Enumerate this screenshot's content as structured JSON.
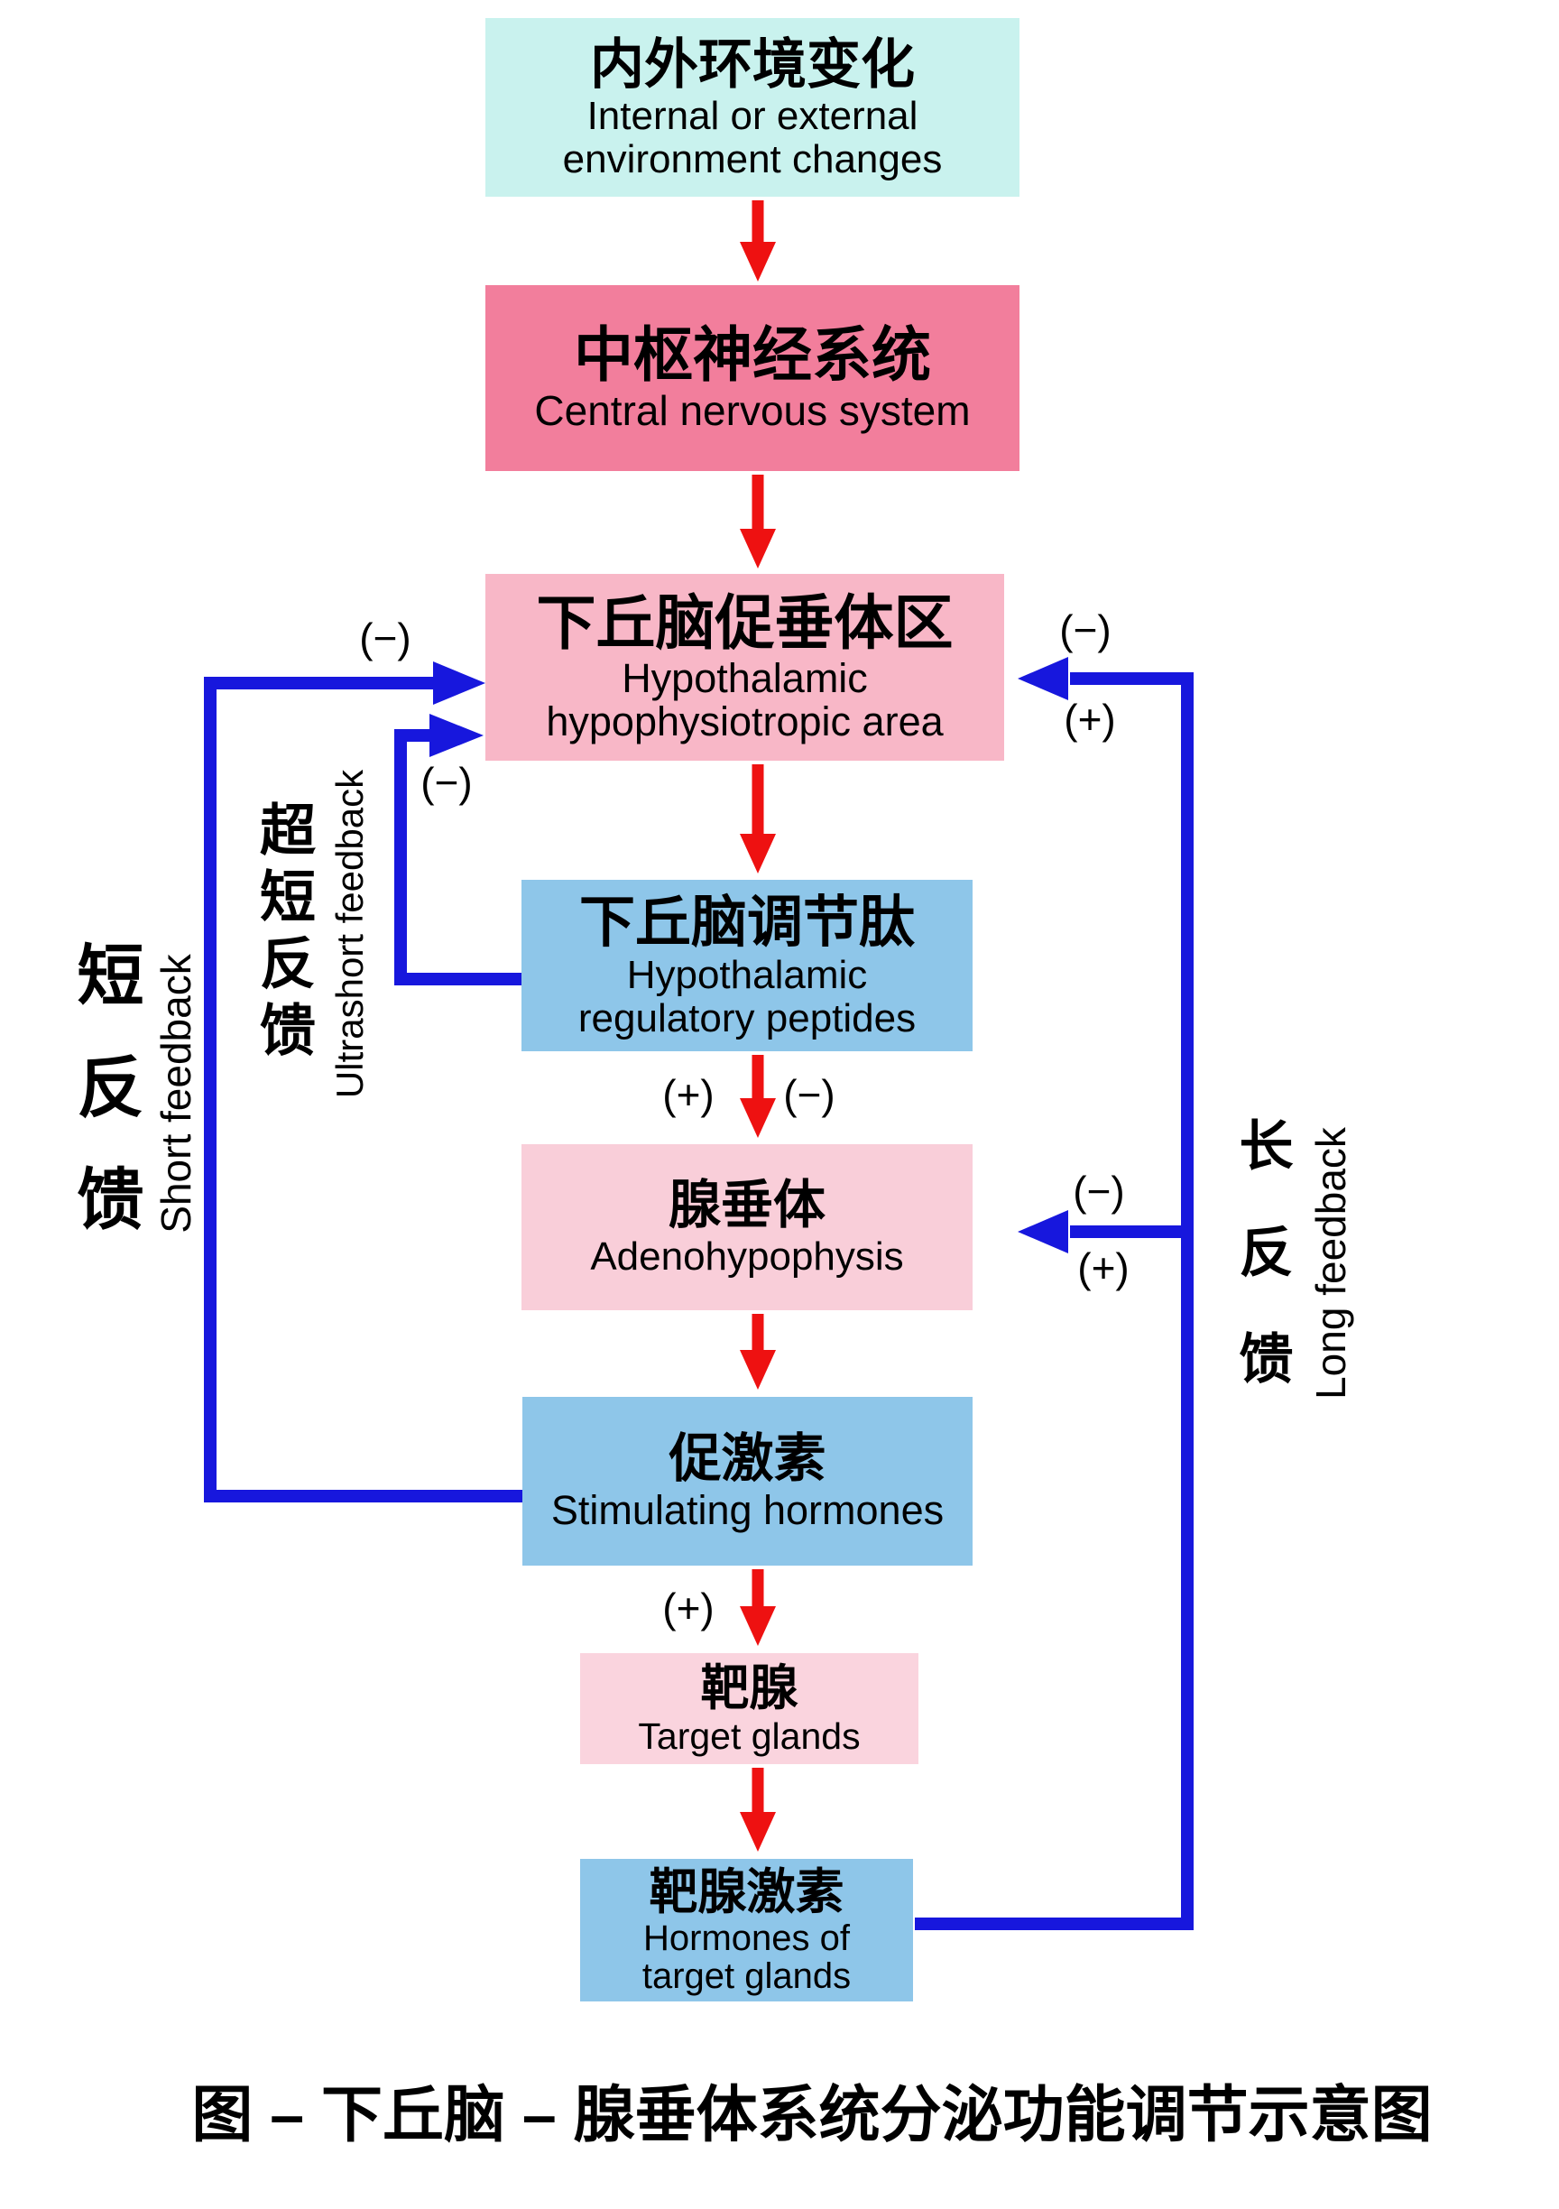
{
  "colors": {
    "environment_box": "#c9f2ee",
    "cns_box": "#f27e9c",
    "hypothalamic_box": "#f8b7c7",
    "blue_box": "#8ec6e9",
    "light_pink_box": "#f9ced9",
    "red_arrow": "#ee1111",
    "blue_feedback_line": "#1717dd"
  },
  "boxes": [
    {
      "zh": "内外环境变化",
      "en1": "Internal or external",
      "en2": "environment changes"
    },
    {
      "zh": "中枢神经系统",
      "en1": "Central nervous system"
    },
    {
      "zh": "下丘脑促垂体区",
      "en1": "Hypothalamic",
      "en2": "hypophysiotropic area"
    },
    {
      "zh": "下丘脑调节肽",
      "en1": "Hypothalamic",
      "en2": "regulatory peptides"
    },
    {
      "zh": "腺垂体",
      "en1": "Adenohypophysis"
    },
    {
      "zh": "促激素",
      "en1": "Stimulating hormones"
    },
    {
      "zh": "靶腺",
      "en1": "Target glands"
    },
    {
      "zh": "靶腺激素",
      "en1": "Hormones of",
      "en2": "target glands"
    }
  ],
  "signs": {
    "short_top_minus": "(−)",
    "ultrashort_top_minus": "(−)",
    "long_top_minus": "(−)",
    "long_top_plus": "(+)",
    "peptide_plus": "(+)",
    "peptide_minus": "(−)",
    "long_mid_minus": "(−)",
    "long_mid_plus": "(+)",
    "stimulating_plus": "(+)"
  },
  "side_labels": {
    "short": {
      "zh": "短反馈",
      "en": "Short feedback"
    },
    "ultrashort": {
      "zh": "超短反馈",
      "en": "Ultrashort feedback"
    },
    "long": {
      "zh": "长反馈",
      "en": "Long feedback"
    }
  },
  "caption": "图 – 下丘脑 – 腺垂体系统分泌功能调节示意图"
}
